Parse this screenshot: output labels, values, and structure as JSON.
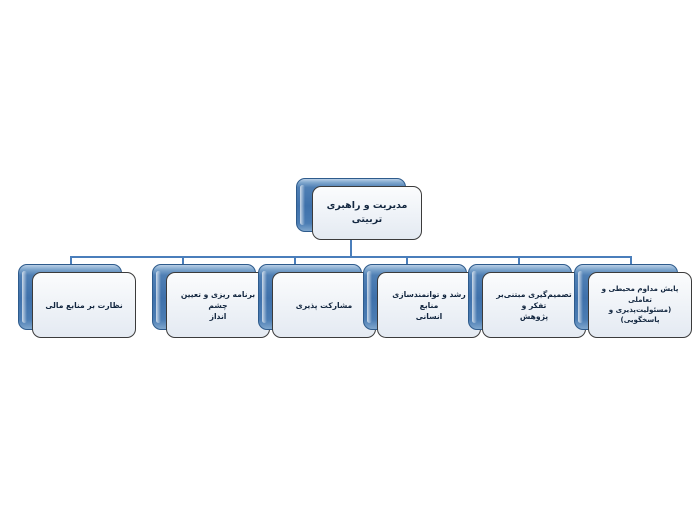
{
  "diagram": {
    "title_text": "مدیریت و راهبری تربیتی",
    "type": "organizational-chart",
    "direction": "rtl",
    "background_color": "#ffffff",
    "accent_color": "#4a7ebb",
    "card_back_color": "#3f71ab",
    "card_front_color": "#eef2f7",
    "connector_color": "#4a7ebb",
    "root": {
      "label": "مدیریت و راهبری\nتربیتی"
    },
    "children": [
      {
        "label": "نظارت بر منابع مالی"
      },
      {
        "label": "برنامه ریزی و تعیین چشم\nانداز"
      },
      {
        "label": "مشارکت پذیری"
      },
      {
        "label": "رشد و توانمندسازی منابع\nانسانی"
      },
      {
        "label": "تصمیم‌گیری مبتنی‌بر تفکر و\nپژوهش"
      },
      {
        "label": "پایش مداوم محیطی و تعاملی\n(مسئولیت‌پذیری و\nپاسخگویی)"
      }
    ]
  }
}
